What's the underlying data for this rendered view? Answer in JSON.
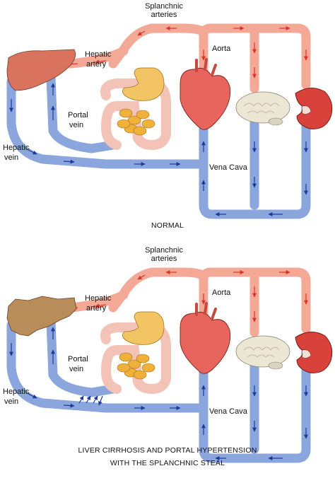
{
  "panels": [
    {
      "caption_lines": [
        "NORMAL"
      ],
      "liver_state": "normal",
      "labels": {
        "splanchnic_arteries": [
          "Splanchnic",
          "arteries"
        ],
        "hepatic_artery": [
          "Hepatic",
          "artery"
        ],
        "aorta": "Aorta",
        "portal_vein": [
          "Portal",
          "vein"
        ],
        "hepatic_vein": [
          "Hepatic",
          "vein"
        ],
        "vena_cava": "Vena Cava"
      }
    },
    {
      "caption_lines": [
        "LIVER CIRRHOSIS AND PORTAL HYPERTENSION",
        "WITH THE SPLANCHNIC STEAL"
      ],
      "liver_state": "cirrhotic",
      "labels": {
        "splanchnic_arteries": [
          "Splanchnic",
          "arteries"
        ],
        "hepatic_artery": [
          "Hepatic",
          "artery"
        ],
        "aorta": "Aorta",
        "portal_vein": [
          "Portal",
          "vein"
        ],
        "hepatic_vein": [
          "Hepatic",
          "vein"
        ],
        "vena_cava": "Vena Cava"
      }
    }
  ],
  "colors": {
    "artery": "#f4a896",
    "vein": "#8aa6dc",
    "artery_arrow": "#d9342a",
    "vein_arrow": "#1d3a9a",
    "liver_normal": "#d9735e",
    "liver_cirrhotic": "#b98d5a",
    "heart": "#e8655e",
    "brain": "#ece6d4",
    "kidney": "#d8423a",
    "stomach": "#f3c463",
    "intestine_small": "#f0b13a",
    "intestine_large": "#f4c3b8"
  },
  "icons": [
    "liver-icon",
    "stomach-icon",
    "intestines-icon",
    "heart-icon",
    "brain-icon",
    "kidney-icon"
  ]
}
